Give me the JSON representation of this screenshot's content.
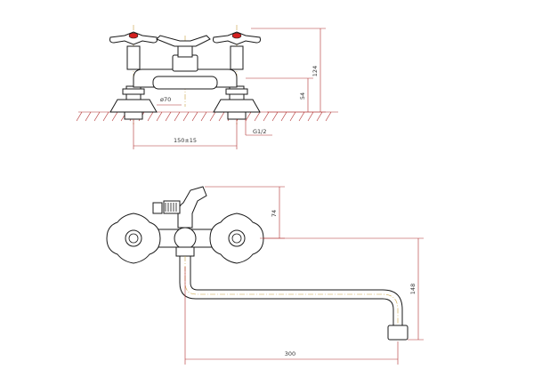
{
  "dimensions": {
    "top_height_total": "124",
    "top_height_body": "54",
    "flange_diameter": "ø70",
    "connection_spacing": "150±15",
    "thread": "G1/2",
    "side_height_top": "74",
    "spout_height": "148",
    "spout_reach": "300"
  },
  "colors": {
    "outline": "#1a1a1a",
    "dimension": "#b03030",
    "axis": "#c8a040",
    "cap": "#d42020"
  }
}
